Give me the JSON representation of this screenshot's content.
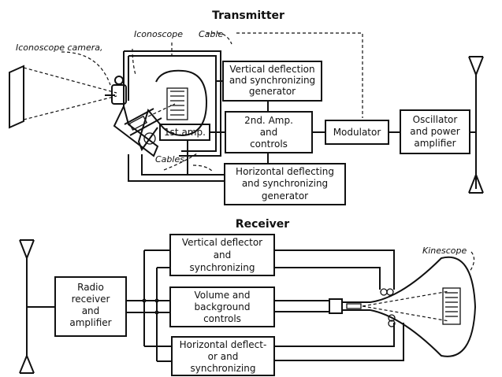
{
  "titles": {
    "transmitter": "Transmitter",
    "receiver": "Receiver"
  },
  "labels": {
    "iconoscope_camera": "Iconoscope camera,",
    "iconoscope": "Iconoscope",
    "cable": "Cable",
    "cables": "Cables",
    "kinescope": "Kinescope"
  },
  "transmitter": {
    "vertical": [
      "Vertical deflection",
      "and synchronizing",
      "generator"
    ],
    "amp2": [
      "2nd. Amp.",
      "and",
      "controls"
    ],
    "amp1": "1st.amp.",
    "horizontal": [
      "Horizontal deflecting",
      "and synchronizing",
      "generator"
    ],
    "modulator": "Modulator",
    "oscillator": [
      "Oscillator",
      "and power",
      "amplifier"
    ]
  },
  "receiver": {
    "radio": [
      "Radio",
      "receiver",
      "and",
      "amplifier"
    ],
    "vertical": [
      "Vertical deflector",
      "and",
      "synchronizing"
    ],
    "volume": [
      "Volume and",
      "background",
      "controls"
    ],
    "horizontal": [
      "Horizontal deflect-",
      "or and",
      "synchronizing"
    ]
  }
}
